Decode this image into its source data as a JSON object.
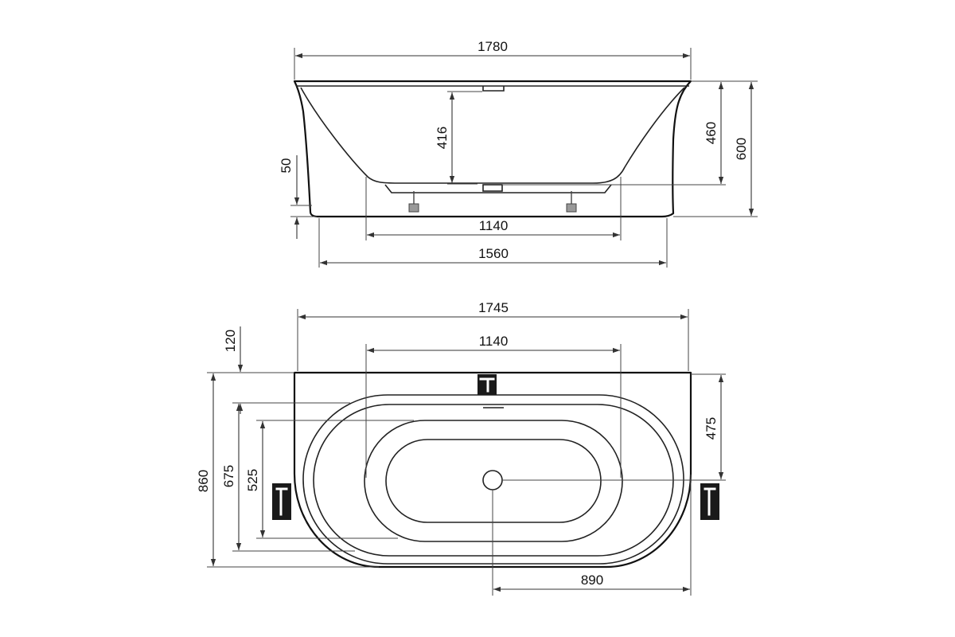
{
  "side_view": {
    "dim_overall_length": "1780",
    "dim_inner_depth": "416",
    "dim_height_rim": "460",
    "dim_height_total": "600",
    "dim_plinth": "50",
    "dim_feet_span": "1140",
    "dim_base_length": "1560"
  },
  "top_view": {
    "dim_length": "1745",
    "dim_inner_length": "1140",
    "dim_back_ledge": "120",
    "dim_width": "860",
    "dim_outer_bowl": "675",
    "dim_inner_bowl": "525",
    "dim_drain_offset": "475",
    "dim_drain_to_end": "890"
  },
  "icons": {
    "tap": "tap-icon",
    "drain": "drain-icon"
  },
  "colors": {
    "line": "#111111",
    "background": "#ffffff"
  }
}
